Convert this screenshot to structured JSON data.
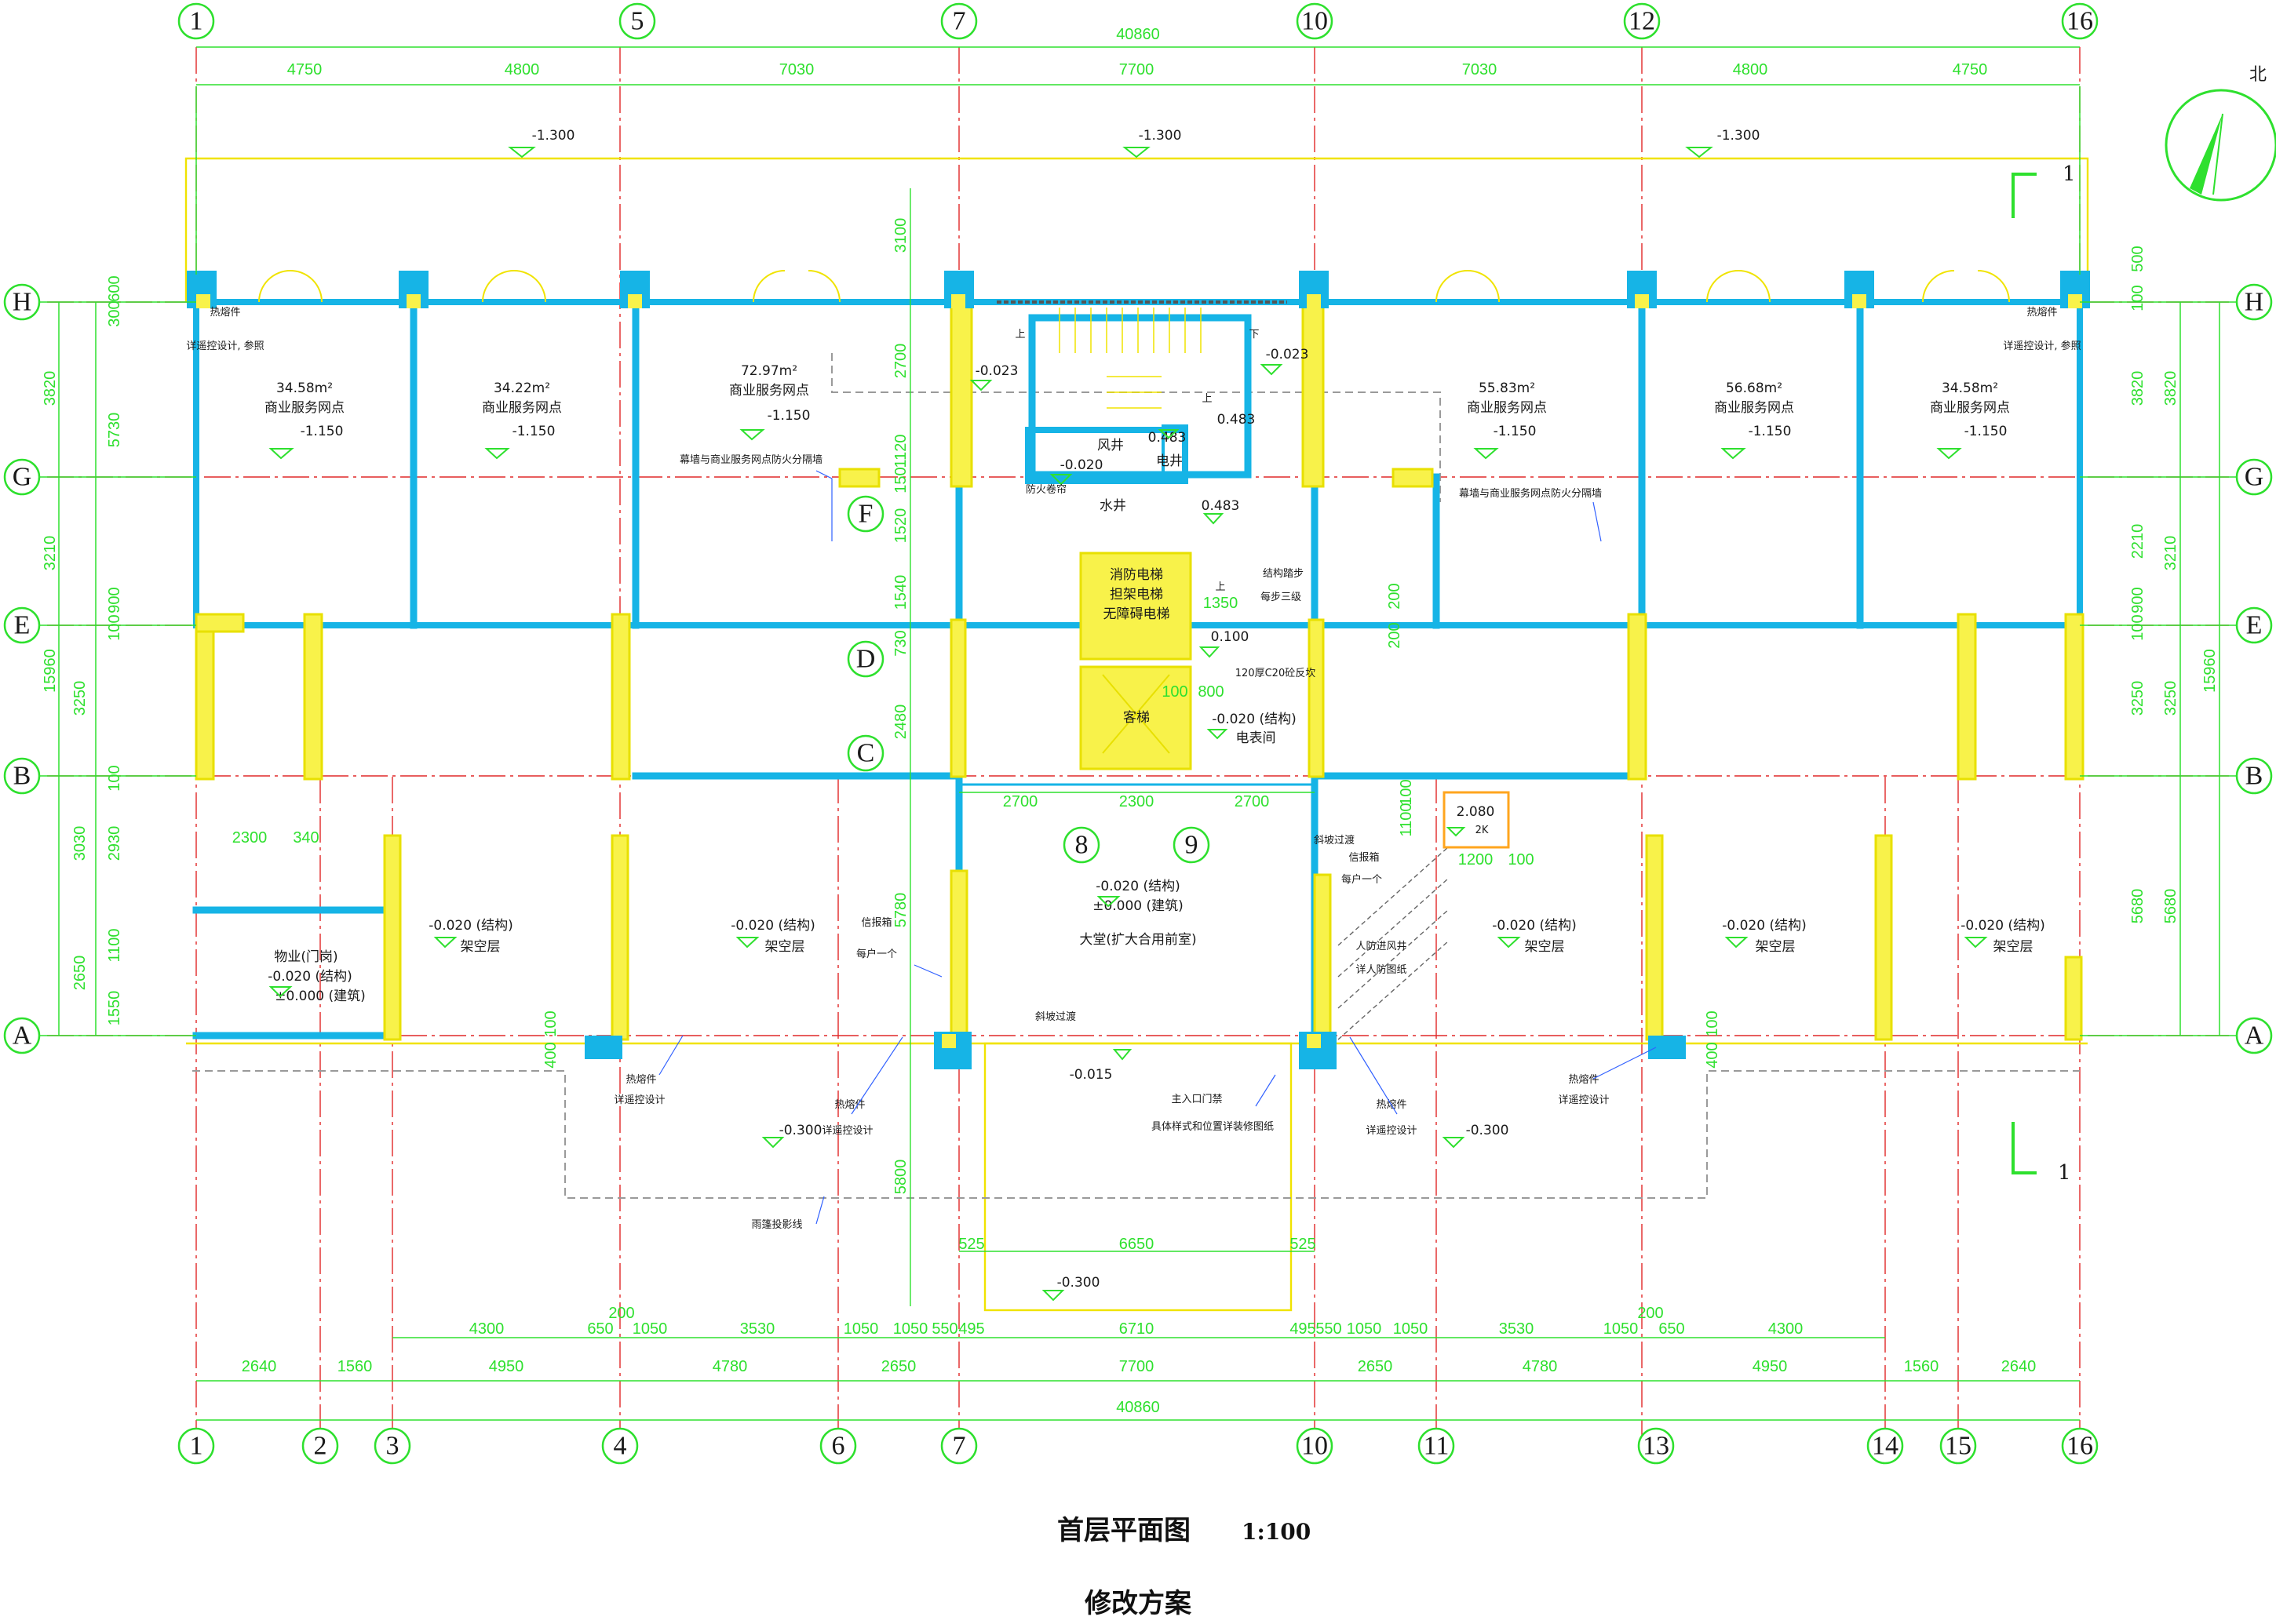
{
  "drawing": {
    "title": "首层平面图",
    "scale": "1:100",
    "subtitle": "修改方案",
    "north_label": "北",
    "section_mark": "1"
  },
  "axes": {
    "top": [
      {
        "id": "1",
        "label": "1"
      },
      {
        "id": "5",
        "label": "5"
      },
      {
        "id": "7",
        "label": "7"
      },
      {
        "id": "10",
        "label": "10"
      },
      {
        "id": "12",
        "label": "12"
      },
      {
        "id": "16",
        "label": "16"
      }
    ],
    "bottom": [
      {
        "label": "1"
      },
      {
        "label": "2"
      },
      {
        "label": "3"
      },
      {
        "label": "4"
      },
      {
        "label": "6"
      },
      {
        "label": "7"
      },
      {
        "label": "10"
      },
      {
        "label": "11"
      },
      {
        "label": "13"
      },
      {
        "label": "14"
      },
      {
        "label": "15"
      },
      {
        "label": "16"
      }
    ],
    "rows": [
      {
        "label": "H"
      },
      {
        "label": "G"
      },
      {
        "label": "E"
      },
      {
        "label": "B"
      },
      {
        "label": "A"
      }
    ],
    "inner": [
      {
        "label": "F"
      },
      {
        "label": "D"
      },
      {
        "label": "C"
      },
      {
        "label": "8"
      },
      {
        "label": "9"
      }
    ]
  },
  "dimensions": {
    "top_total": "40860",
    "top_segments": [
      "4750",
      "4800",
      "7030",
      "7700",
      "7030",
      "4800",
      "4750"
    ],
    "bottom_row1": [
      "4300",
      "650",
      "200",
      "1050",
      "3530",
      "1050",
      "1050",
      "550",
      "495",
      "6710",
      "495",
      "550",
      "1050",
      "1050",
      "3530",
      "1050",
      "200",
      "650",
      "4300"
    ],
    "bottom_row2": [
      "2640",
      "1560",
      "4950",
      "4780",
      "2650",
      "7700",
      "2650",
      "4780",
      "4950",
      "1560",
      "2640"
    ],
    "bottom_total": "40860",
    "left": [
      "3820",
      "3210",
      "3250",
      "3030",
      "2650",
      "15960"
    ],
    "left_detail": [
      "300",
      "600",
      "5730",
      "100",
      "900",
      "100",
      "2930",
      "1100",
      "1550"
    ],
    "right": [
      "3820",
      "3210",
      "3250",
      "5680",
      "15960"
    ],
    "right_detail": [
      "500",
      "100",
      "3820",
      "2210",
      "100",
      "900",
      "3250",
      "5680"
    ],
    "core": [
      "3100",
      "2700",
      "1120",
      "150",
      "1520",
      "1540",
      "730",
      "2480",
      "5780",
      "5800"
    ],
    "core_horiz": [
      "2700",
      "2300",
      "2700",
      "525",
      "6650",
      "525"
    ],
    "misc": [
      "2300",
      "340",
      "1350",
      "100",
      "800",
      "1100",
      "100",
      "200",
      "1200",
      "100",
      "200",
      "100",
      "400",
      "100",
      "400"
    ]
  },
  "elevations": {
    "top_left": "-1.300",
    "top_mid": "-1.300",
    "top_right": "-1.300",
    "stair_left": "-0.023",
    "stair_right": "-0.023",
    "core_a": "-0.020",
    "core_b": "0.483",
    "core_c": "0.483",
    "core_d": "0.483",
    "core_e": "0.100",
    "ramp": "-0.015",
    "out_left": "-0.300",
    "out_right": "-0.300",
    "out_bottom": "-0.300",
    "box": "2.080"
  },
  "rooms": [
    {
      "area": "34.58m²",
      "name": "商业服务网点",
      "elev": "-1.150"
    },
    {
      "area": "34.22m²",
      "name": "商业服务网点",
      "elev": "-1.150"
    },
    {
      "area": "72.97m²",
      "name": "商业服务网点",
      "elev": "-1.150"
    },
    {
      "area": "55.83m²",
      "name": "商业服务网点",
      "elev": "-1.150"
    },
    {
      "area": "56.68m²",
      "name": "商业服务网点",
      "elev": "-1.150"
    },
    {
      "area": "34.58m²",
      "name": "商业服务网点",
      "elev": "-1.150"
    }
  ],
  "spaces": {
    "overhead": "架空层",
    "overhead_elev": "-0.020 (结构)",
    "lobby_elev1": "-0.020 (结构)",
    "lobby_elev2": "±0.000 (建筑)",
    "lobby_name": "大堂(扩大合用前室)",
    "prop_name": "物业(门岗)",
    "prop_elev1": "-0.020 (结构)",
    "prop_elev2": "±0.000 (建筑)",
    "fire_lift_1": "消防电梯",
    "fire_lift_2": "担架电梯",
    "fire_lift_3": "无障碍电梯",
    "pass_lift": "客梯",
    "meter_room_elev": "-0.020 (结构)",
    "meter_room": "电表间",
    "wind_shaft": "风井",
    "elec_shaft": "电井",
    "water_shaft": "水井"
  },
  "notes": {
    "heat1": "热熔件",
    "heat2": "详遥控设计, 参照",
    "heat3": "详遥控设计",
    "partition": "幕墙与商业服务网点防火分隔墙",
    "fireshutter": "防火卷帘",
    "slope": "斜坡过渡",
    "mailbox": "信报箱",
    "per_household": "每户一个",
    "trench": "120厚C20砼反坎",
    "steps": "结构踏步",
    "steps2": "每步三级",
    "gate": "主入口门禁",
    "gate2": "具体样式和位置详装修图纸",
    "canopy": "雨篷投影线",
    "wind_in": "人防进风井",
    "civil_air": "详人防图纸",
    "up": "上",
    "down": "下",
    "box_label": "2K"
  },
  "colors": {
    "axis": "#2ee02e",
    "wall_blue": "#16b4e6",
    "wall_yellow": "#f8f24a",
    "grid_red": "#e02828",
    "text": "#1a1a1a"
  }
}
